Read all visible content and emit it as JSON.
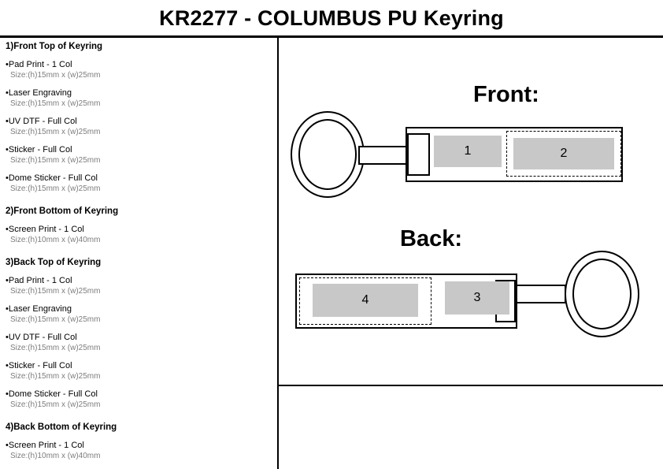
{
  "title": "KR2277 - COLUMBUS PU Keyring",
  "sidebar": {
    "sections": [
      {
        "heading": "1)Front Top of Keyring",
        "items": [
          {
            "label": "•Pad Print - 1 Col",
            "size": "Size:(h)15mm x (w)25mm"
          },
          {
            "label": "•Laser Engraving",
            "size": "Size:(h)15mm x (w)25mm"
          },
          {
            "label": "•UV DTF - Full Col",
            "size": "Size:(h)15mm x (w)25mm"
          },
          {
            "label": "•Sticker - Full Col",
            "size": "Size:(h)15mm x (w)25mm"
          },
          {
            "label": "•Dome Sticker - Full Col",
            "size": "Size:(h)15mm x (w)25mm"
          }
        ]
      },
      {
        "heading": "2)Front Bottom of Keyring",
        "items": [
          {
            "label": "•Screen Print - 1 Col",
            "size": "Size:(h)10mm x (w)40mm"
          }
        ]
      },
      {
        "heading": "3)Back Top of Keyring",
        "items": [
          {
            "label": "•Pad Print - 1 Col",
            "size": "Size:(h)15mm x (w)25mm"
          },
          {
            "label": "•Laser Engraving",
            "size": "Size:(h)15mm x (w)25mm"
          },
          {
            "label": "•UV DTF - Full Col",
            "size": "Size:(h)15mm x (w)25mm"
          },
          {
            "label": "•Sticker - Full Col",
            "size": "Size:(h)15mm x (w)25mm"
          },
          {
            "label": "•Dome Sticker - Full Col",
            "size": "Size:(h)15mm x (w)25mm"
          }
        ]
      },
      {
        "heading": "4)Back Bottom of Keyring",
        "items": [
          {
            "label": "•Screen Print - 1 Col",
            "size": "Size:(h)10mm x (w)40mm"
          }
        ]
      }
    ]
  },
  "diagram": {
    "front_label": "Front:",
    "back_label": "Back:",
    "area_1": "1",
    "area_2": "2",
    "area_3": "3",
    "area_4": "4"
  },
  "colors": {
    "print_area_fill": "#c8c8c8",
    "line": "#000000"
  }
}
